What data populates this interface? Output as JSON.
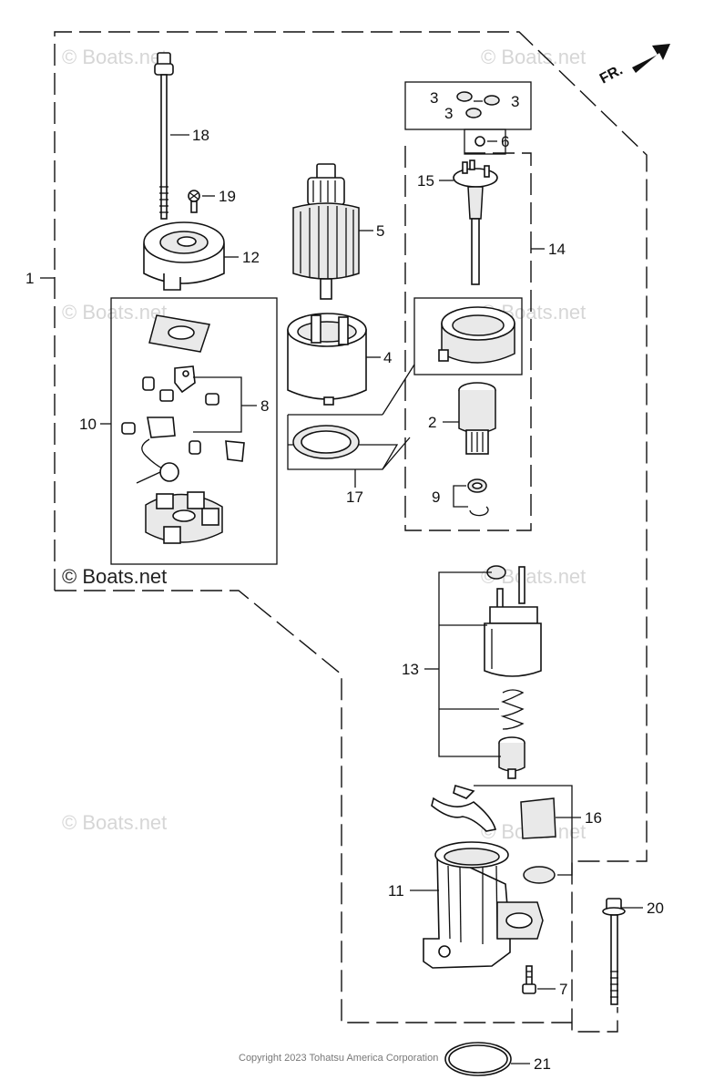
{
  "watermark": "© Boats.net",
  "brand_mark": "© Boats.net",
  "direction_label": "FR.",
  "copyright": "Copyright 2023 Tohatsu America Corporation",
  "callouts": {
    "c1": "1",
    "c2": "2",
    "c3a": "3",
    "c3b": "3",
    "c3c": "3",
    "c4": "4",
    "c5": "5",
    "c6": "6",
    "c7": "7",
    "c8": "8",
    "c9": "9",
    "c10": "10",
    "c11": "11",
    "c12": "12",
    "c13": "13",
    "c14": "14",
    "c15": "15",
    "c16": "16",
    "c17": "17",
    "c18": "18",
    "c19": "19",
    "c20": "20",
    "c21": "21"
  }
}
